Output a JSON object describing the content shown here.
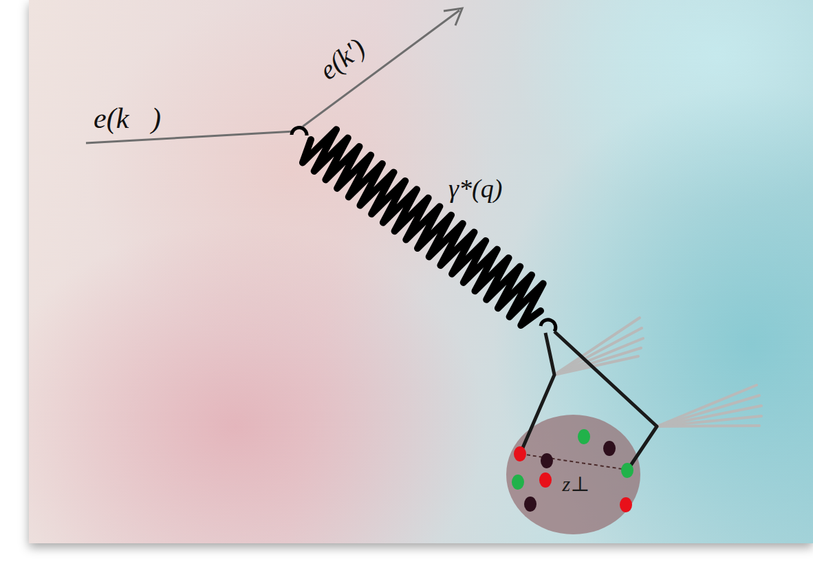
{
  "diagram": {
    "nodes": [
      {
        "text": [
          "z⊥"
        ]
      }
    ],
    "labels": [
      "e(k⃗)",
      "e(k')",
      "γ*(q)"
    ]
  }
}
